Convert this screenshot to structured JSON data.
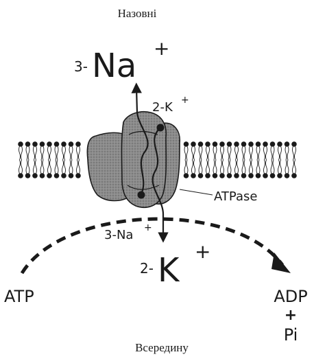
{
  "labels": {
    "outside": "Назовні",
    "inside": "Всередину",
    "na_out_count": "3-",
    "na_out_ion": "Na",
    "na_out_charge": "+",
    "k_out_label": "2-K",
    "k_out_charge": "+",
    "na_in_label": "3-Na",
    "na_in_charge": "+",
    "k_in_count": "2-",
    "k_in_ion": "K",
    "k_in_charge": "+",
    "atpase": "ATPase",
    "atp": "ATP",
    "adp": "ADP",
    "plus": "+",
    "pi": "Pi"
  },
  "colors": {
    "ink": "#1a1a1a",
    "protein_fill": "#8a8a8a",
    "protein_shadow": "#6e6e6e",
    "background": "#ffffff"
  }
}
